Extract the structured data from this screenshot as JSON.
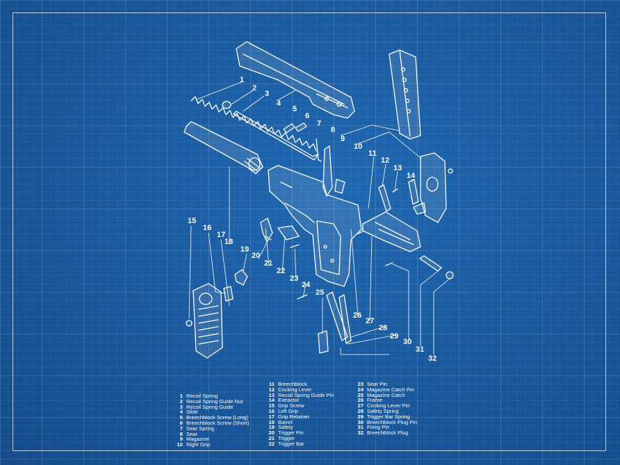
{
  "callouts": [
    "1",
    "2",
    "3",
    "4",
    "5",
    "6",
    "7",
    "8",
    "9",
    "10",
    "11",
    "12",
    "13",
    "14",
    "15",
    "16",
    "17",
    "18",
    "19",
    "20",
    "21",
    "22",
    "23",
    "24",
    "25",
    "26",
    "27",
    "28",
    "29",
    "30",
    "31",
    "32"
  ],
  "legend": {
    "col1": [
      {
        "num": "1",
        "name": "Recoil Spring"
      },
      {
        "num": "2",
        "name": "Recoil Spring Guide Nut"
      },
      {
        "num": "3",
        "name": "Recoil Spring Guide"
      },
      {
        "num": "4",
        "name": "Slide"
      },
      {
        "num": "5",
        "name": "Breechblock Screw (Long)"
      },
      {
        "num": "6",
        "name": "Breechblock Screw (Short)"
      },
      {
        "num": "7",
        "name": "Sear Spring"
      },
      {
        "num": "8",
        "name": "Sear"
      },
      {
        "num": "9",
        "name": "Magazine"
      },
      {
        "num": "10",
        "name": "Right Grip"
      }
    ],
    "col2": [
      {
        "num": "11",
        "name": "Breechblock"
      },
      {
        "num": "12",
        "name": "Cocking Lever"
      },
      {
        "num": "13",
        "name": "Recoil Spring Guide Pin"
      },
      {
        "num": "14",
        "name": "Extractor"
      },
      {
        "num": "15",
        "name": "Grip Screw"
      },
      {
        "num": "16",
        "name": "Left Grip"
      },
      {
        "num": "17",
        "name": "Grip Retainer"
      },
      {
        "num": "18",
        "name": "Barrel"
      },
      {
        "num": "19",
        "name": "Safety"
      },
      {
        "num": "20",
        "name": "Trigger Pin"
      },
      {
        "num": "21",
        "name": "Trigger"
      },
      {
        "num": "22",
        "name": "Trigger Bar"
      }
    ],
    "col3": [
      {
        "num": "23",
        "name": "Sear Pin"
      },
      {
        "num": "24",
        "name": "Magazine Catch Pin"
      },
      {
        "num": "25",
        "name": "Magazine Catch"
      },
      {
        "num": "26",
        "name": "Frame"
      },
      {
        "num": "27",
        "name": "Cocking Lever Pin"
      },
      {
        "num": "28",
        "name": "Safety Spring"
      },
      {
        "num": "29",
        "name": "Trigger Bar Spring"
      },
      {
        "num": "30",
        "name": "Breechblock Plug Pin"
      },
      {
        "num": "31",
        "name": "Firing Pin"
      },
      {
        "num": "32",
        "name": "Breechblock Plug"
      }
    ]
  }
}
